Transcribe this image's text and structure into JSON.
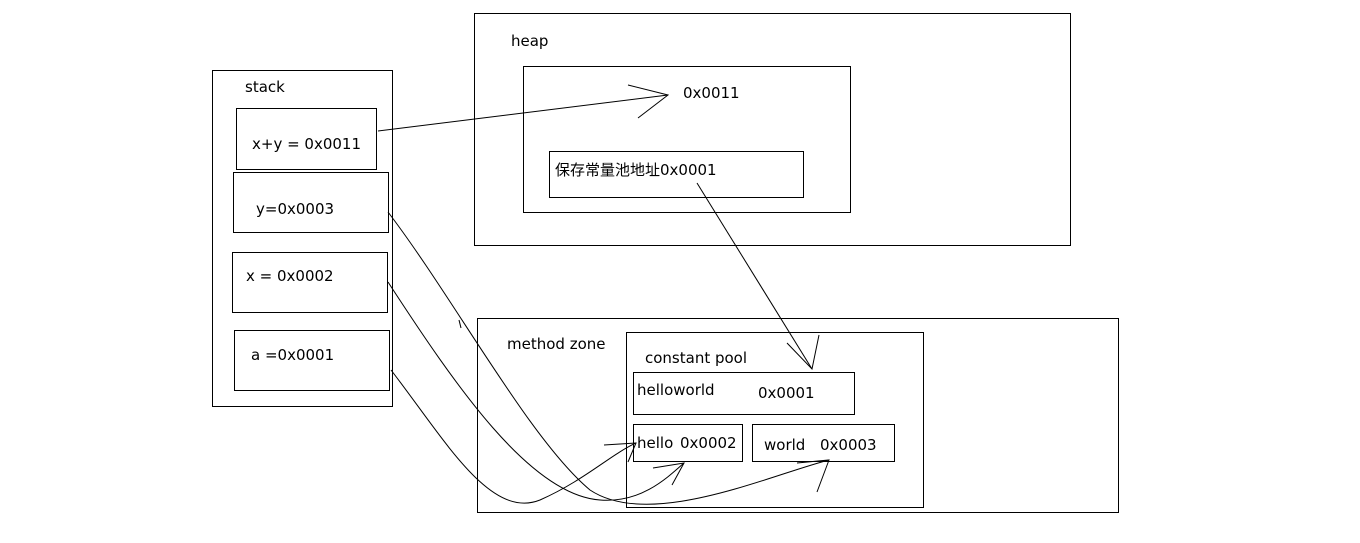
{
  "stack": {
    "label": "stack",
    "cells": {
      "xy": "x+y = 0x0011",
      "y": "y=0x0003",
      "x": "x = 0x0002",
      "a": "a =0x0001"
    }
  },
  "heap": {
    "label": "heap",
    "object_address": "0x0011",
    "stored_value": "保存常量池地址0x0001"
  },
  "method_zone": {
    "label": "method zone",
    "constant_pool": {
      "label": "constant pool",
      "entries": {
        "helloworld": {
          "value": "helloworld",
          "address": "0x0001"
        },
        "hello": {
          "value": "hello",
          "address": "0x0002"
        },
        "world": {
          "value": "world",
          "address": "0x0003"
        }
      }
    }
  }
}
